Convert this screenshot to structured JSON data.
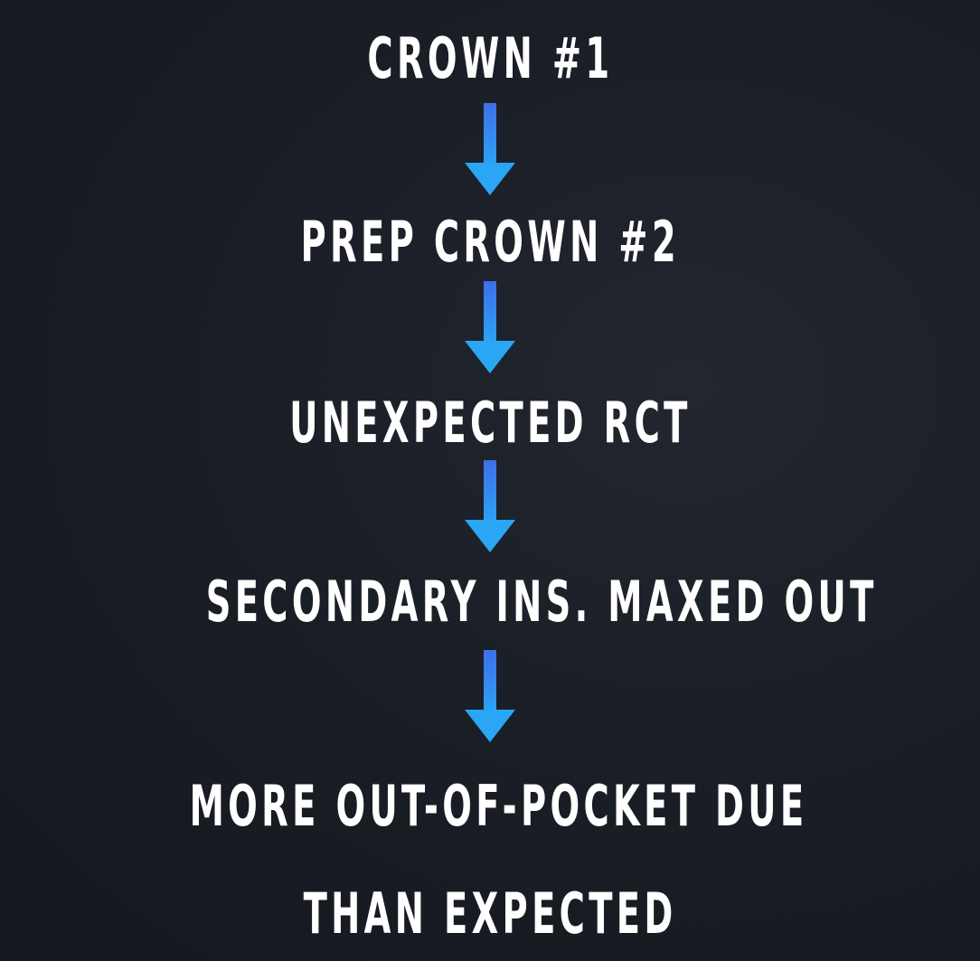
{
  "steps": [
    "CROWN #1",
    "PREP CROWN #2",
    "UNEXPECTED RCT",
    "SECONDARY INS. MAXED OUT",
    "MORE OUT-OF-POCKET DUE",
    "THAN EXPECTED"
  ],
  "colors": {
    "background": "#181c23",
    "text": "#ffffff",
    "arrow_top": "#3f6fe8",
    "arrow_bottom": "#2aa6f5"
  },
  "icons": [
    "arrow-down-icon"
  ]
}
